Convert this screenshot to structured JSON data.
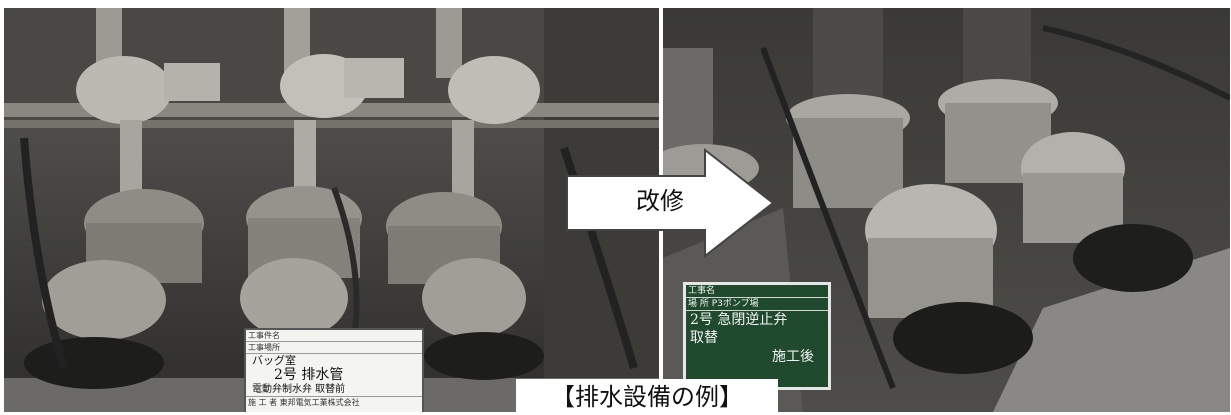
{
  "photos": {
    "before": {
      "board": {
        "row1_label": "工事件名",
        "row2_label": "工事場所",
        "line1": "バッグ室",
        "line2": "2号 排水管",
        "line3": "電動弁制水弁 取替前",
        "footer_label": "施 工 者",
        "footer_value": "東邦電気工業株式会社"
      }
    },
    "after": {
      "board": {
        "row1_label": "工事名",
        "row2_label": "場 所",
        "row2_value": "P3ポンプ場",
        "line1": "2号 急閉逆止弁",
        "line2": "取替",
        "signature": "施工後"
      }
    }
  },
  "arrow": {
    "label": "改修"
  },
  "caption": "【排水設備の例】"
}
